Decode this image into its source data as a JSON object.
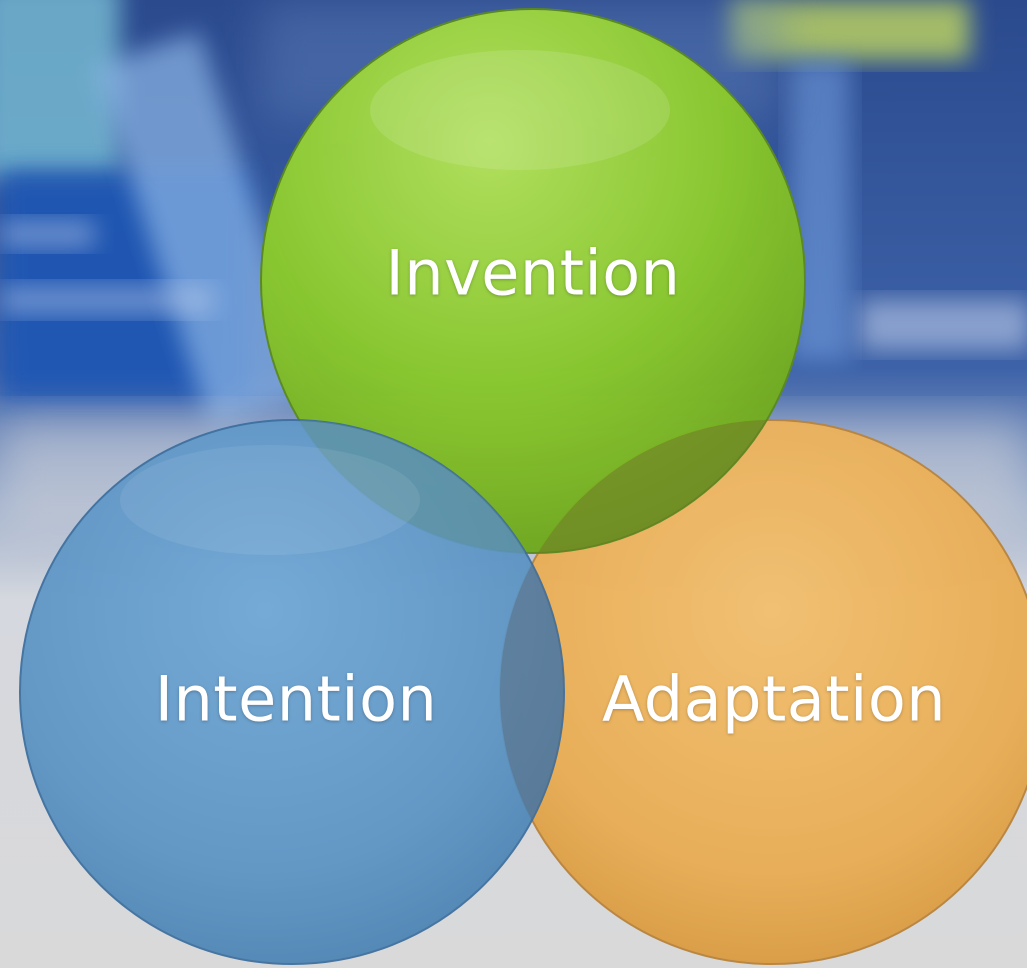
{
  "diagram": {
    "type": "venn",
    "circles": [
      {
        "label": "Invention",
        "color": "#8ccb2c"
      },
      {
        "label": "Intention",
        "color": "#5b93c3"
      },
      {
        "label": "Adaptation",
        "color": "#e9ad55"
      }
    ]
  },
  "background": {
    "top_color": "#2d5196",
    "bottom_color": "#d6d6d6"
  }
}
